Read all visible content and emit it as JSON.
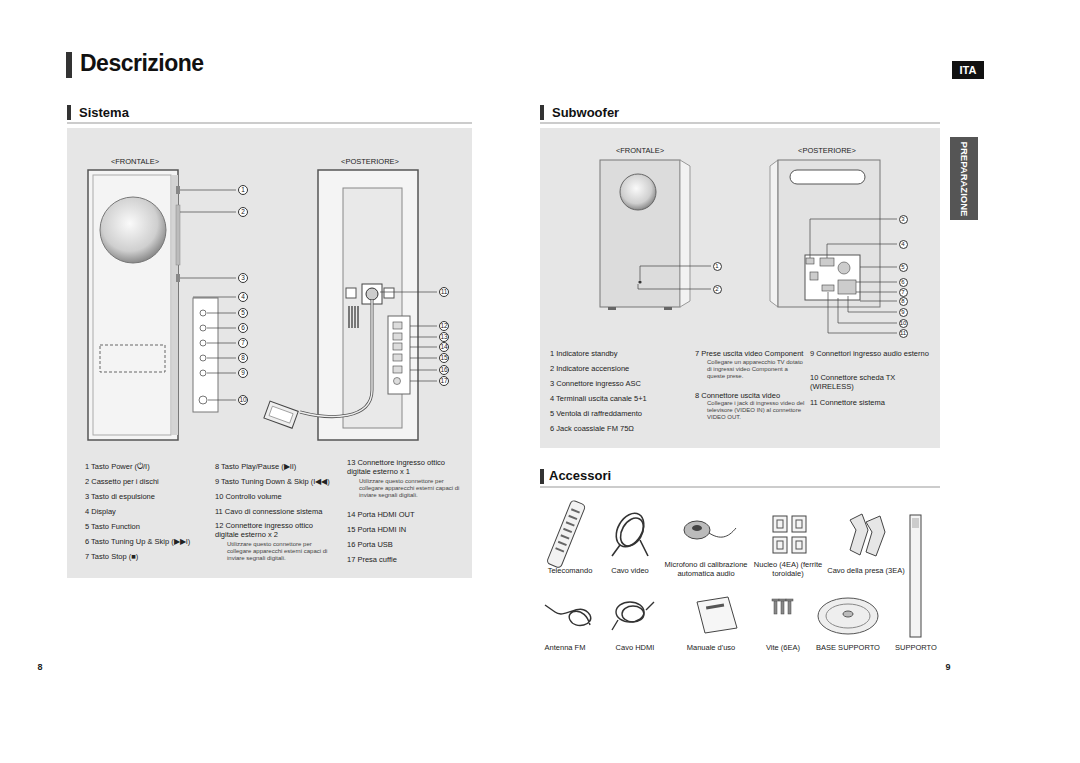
{
  "diagram": {
    "title": "Descrizione",
    "nodes": [
      {
        "text": [
          "ITA"
        ]
      },
      {
        "text": [
          "PREPARAZIONE"
        ]
      },
      {
        "text": [
          "Sistema"
        ]
      },
      {
        "text": [
          "Subwoofer"
        ]
      }
    ],
    "labels": [
      "8",
      "9",
      "<FRONTALE>",
      "<POSTERIORE>",
      "1",
      "2",
      "3",
      "4",
      "5",
      "6",
      "7",
      "8",
      "9",
      "10",
      "11",
      "12",
      "13",
      "14",
      "15",
      "16",
      "17",
      "1 Tasto Power (⏻/I)",
      "2 Cassetto per i dischi",
      "3 Tasto di espulsione",
      "4 Display",
      "5 Tasto Function",
      "6 Tasto Tuning Up & Skip (▶▶I)",
      "7 Tasto Stop (■)",
      "8 Tasto Play/Pause (▶II)",
      "9 Tasto Tuning Down & Skip (I◀◀)",
      "10 Controllo volume",
      "11 Cavo di connessione sistema",
      "12 Connettore ingresso ottico digitale esterno x 2",
      "Utilizzare questo connettore per collegare apparecchi esterni capaci di inviare segnali digitali.",
      "13 Connettore ingresso ottico digitale esterno x 1",
      "Utilizzare questo connettore per collegare apparecchi esterni capaci di inviare segnali digitali.",
      "14 Porta HDMI OUT",
      "15 Porta HDMI IN",
      "16 Porta USB",
      "17 Presa cuffie",
      "<FRONTALE>",
      "<POSTERIORE>",
      "1",
      "2",
      "3",
      "4",
      "5",
      "6",
      "7",
      "8",
      "9",
      "10",
      "11",
      "1 Indicatore standby",
      "2 Indicatore accensione",
      "3 Connettore ingresso ASC",
      "4 Terminali uscita canale 5+1",
      "5 Ventola di raffreddamento",
      "6 Jack coassiale FM 75Ω",
      "7 Prese uscita video Component",
      "Collegare un apparecchio TV dotato di ingressi video Component a queste prese.",
      "8 Connettore uscita video",
      "Collegare i jack di ingresso video del televisore (VIDEO IN) al connettore VIDEO OUT.",
      "9 Connettori ingresso audio esterno",
      "10 Connettore scheda TX (WIRELESS)",
      "11 Connettore sistema",
      "Accessori",
      "Telecomando",
      "Cavo video",
      "Microfono di calibrazione automatica audio",
      "Nucleo (4EA) (ferrite toroidale)",
      "Cavo della presa (3EA)",
      "Antenna FM",
      "Cavo HDMI",
      "Manuale d'uso",
      "Vite (6EA)",
      "BASE SUPPORTO",
      "SUPPORTO"
    ]
  }
}
